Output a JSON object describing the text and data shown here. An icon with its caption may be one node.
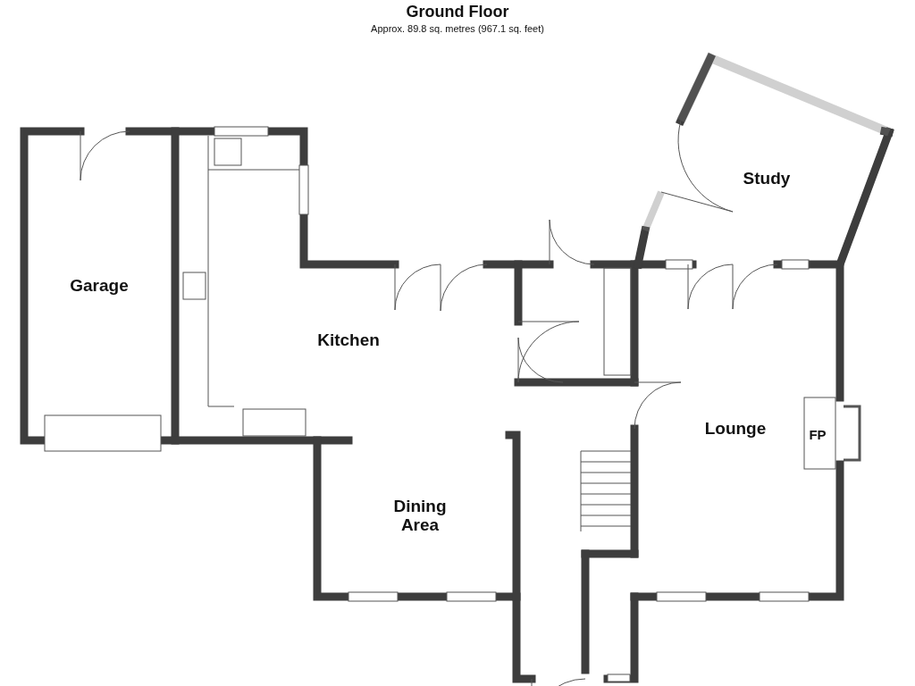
{
  "diagram": {
    "title": "Ground Floor",
    "labels": [
      "Approx. 89.8 sq. metres (967.1 sq. feet)",
      "Study",
      "Garage",
      "Kitchen",
      "Lounge",
      "FP",
      "Dining Area"
    ]
  }
}
